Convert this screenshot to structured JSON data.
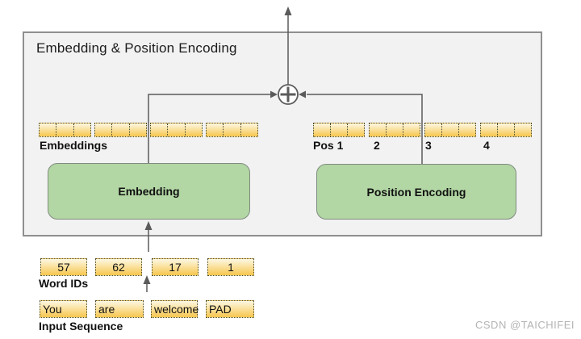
{
  "diagram": {
    "title": "Embedding & Position Encoding",
    "embedding_block_label": "Embedding",
    "position_encoding_block_label": "Position Encoding",
    "embeddings_row_label": "Embeddings",
    "pos_labels": [
      "Pos 1",
      "2",
      "3",
      "4"
    ],
    "word_ids_label": "Word IDs",
    "word_ids": [
      "57",
      "62",
      "17",
      "1"
    ],
    "input_sequence_label": "Input Sequence",
    "input_tokens": [
      "You",
      "are",
      "welcome",
      "PAD"
    ],
    "add_symbol_name": "circled-plus",
    "colors": {
      "container_fill": "#f2f2f2",
      "container_border": "#8f8f8f",
      "block_fill": "#b2d6a4",
      "vector_gradient_top": "#fdf8e3",
      "vector_gradient_bottom": "#f7c64e",
      "connector": "#5b5b5b"
    },
    "watermark": "CSDN @TAICHIFEI"
  }
}
